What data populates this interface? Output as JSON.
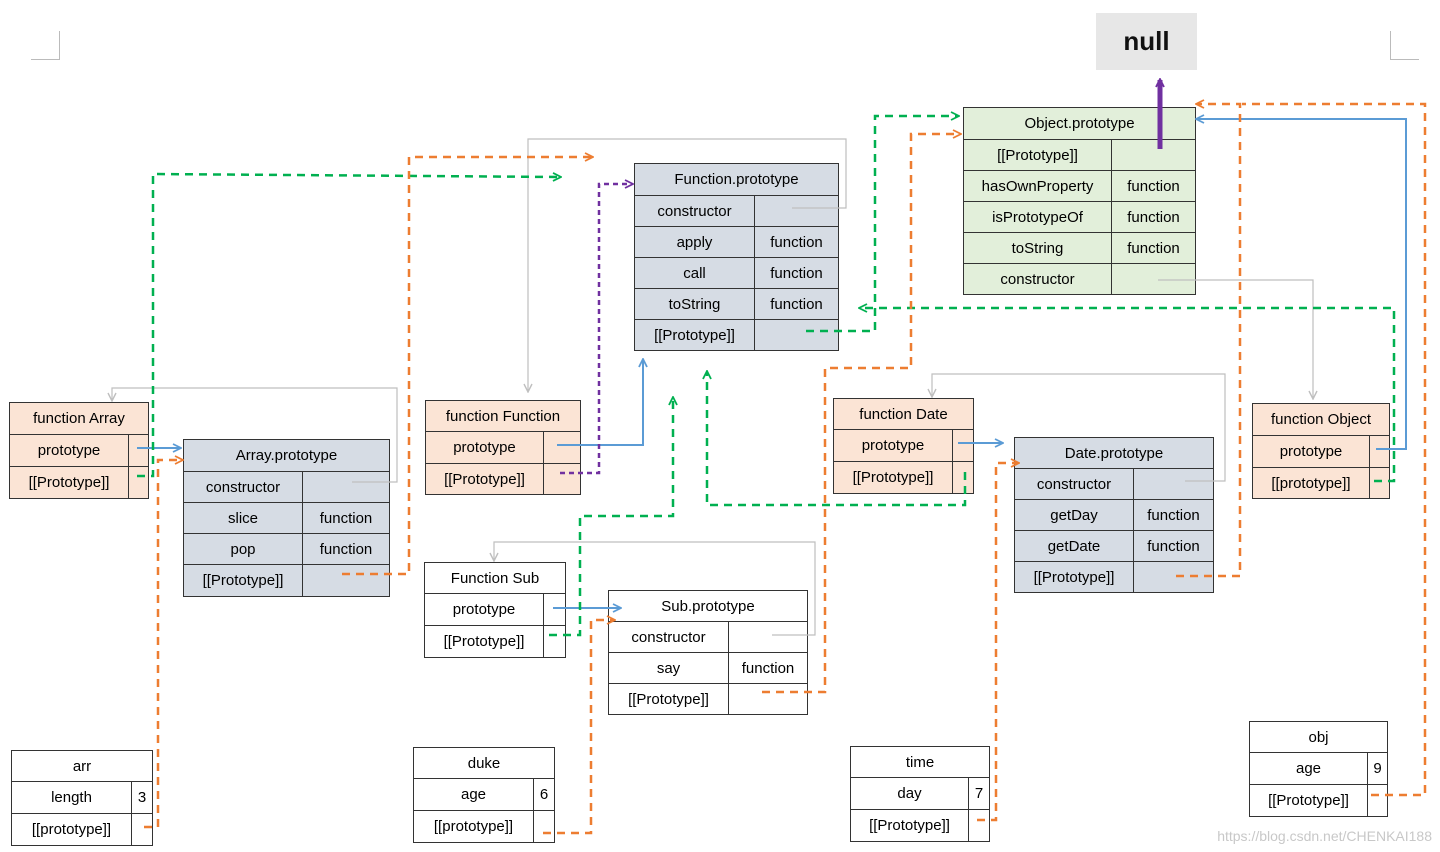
{
  "null_label": "null",
  "watermark": "https://blog.csdn.net/CHENKAI188",
  "colors": {
    "constructor_box": "#fbe4d5",
    "prototype_box": "#d6dce4",
    "object_prototype_box": "#e2efda",
    "instance_box": "#ffffff",
    "arrow_orange": "#ed7d31",
    "arrow_green": "#00b050",
    "arrow_blue": "#5b9bd5",
    "arrow_purple": "#7030a0",
    "arrow_gray": "#bfbfbf"
  },
  "boxes": {
    "function_array": {
      "title": "function Array",
      "rows": [
        [
          "prototype",
          ""
        ],
        [
          "[[Prototype]]",
          ""
        ]
      ]
    },
    "array_prototype": {
      "title": "Array.prototype",
      "rows": [
        [
          "constructor",
          ""
        ],
        [
          "slice",
          "function"
        ],
        [
          "pop",
          "function"
        ],
        [
          "[[Prototype]]",
          ""
        ]
      ]
    },
    "function_function": {
      "title": "function Function",
      "rows": [
        [
          "prototype",
          ""
        ],
        [
          "[[Prototype]]",
          ""
        ]
      ]
    },
    "function_prototype": {
      "title": "Function.prototype",
      "rows": [
        [
          "constructor",
          ""
        ],
        [
          "apply",
          "function"
        ],
        [
          "call",
          "function"
        ],
        [
          "toString",
          "function"
        ],
        [
          "[[Prototype]]",
          ""
        ]
      ]
    },
    "object_prototype": {
      "title": "Object.prototype",
      "rows": [
        [
          "[[Prototype]]",
          ""
        ],
        [
          "hasOwnProperty",
          "function"
        ],
        [
          "isPrototypeOf",
          "function"
        ],
        [
          "toString",
          "function"
        ],
        [
          "constructor",
          ""
        ]
      ]
    },
    "function_date": {
      "title": "function Date",
      "rows": [
        [
          "prototype",
          ""
        ],
        [
          "[[Prototype]]",
          ""
        ]
      ]
    },
    "date_prototype": {
      "title": "Date.prototype",
      "rows": [
        [
          "constructor",
          ""
        ],
        [
          "getDay",
          "function"
        ],
        [
          "getDate",
          "function"
        ],
        [
          "[[Prototype]]",
          ""
        ]
      ]
    },
    "function_object": {
      "title": "function Object",
      "rows": [
        [
          "prototype",
          ""
        ],
        [
          "[[prototype]]",
          ""
        ]
      ]
    },
    "function_sub": {
      "title": "Function Sub",
      "rows": [
        [
          "prototype",
          ""
        ],
        [
          "[[Prototype]]",
          ""
        ]
      ]
    },
    "sub_prototype": {
      "title": "Sub.prototype",
      "rows": [
        [
          "constructor",
          ""
        ],
        [
          "say",
          "function"
        ],
        [
          "[[Prototype]]",
          ""
        ]
      ]
    },
    "arr": {
      "title": "arr",
      "rows": [
        [
          "length",
          "3"
        ],
        [
          "[[prototype]]",
          ""
        ]
      ]
    },
    "duke": {
      "title": "duke",
      "rows": [
        [
          "age",
          "6"
        ],
        [
          "[[prototype]]",
          ""
        ]
      ]
    },
    "time": {
      "title": "time",
      "rows": [
        [
          "day",
          "7"
        ],
        [
          "[[Prototype]]",
          ""
        ]
      ]
    },
    "obj": {
      "title": "obj",
      "rows": [
        [
          "age",
          "9"
        ],
        [
          "[[Prototype]]",
          ""
        ]
      ]
    }
  }
}
